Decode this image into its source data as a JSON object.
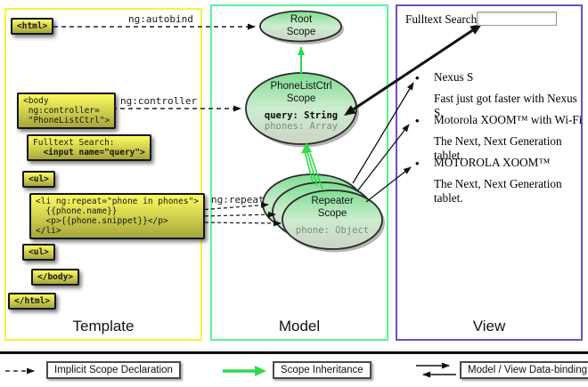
{
  "colors": {
    "template_border": "#f4f43c",
    "model_border": "#5df0a2",
    "view_border": "#6a4fc8",
    "code_box_top": "#fcfc60",
    "code_box_bottom": "#a6a63c",
    "scope_fill_top": "#7fdd92",
    "scope_fill_bottom": "#ccd4c6",
    "green_arrow": "#2edb4a",
    "black_arrow": "#111111"
  },
  "columns": {
    "template": {
      "label": "Template"
    },
    "model": {
      "label": "Model"
    },
    "view": {
      "label": "View"
    }
  },
  "template": {
    "boxes": {
      "html_open": {
        "lines": [
          "<html>"
        ]
      },
      "body_open": {
        "lines": [
          "<body",
          " ng:controller=",
          " \"PhoneListCtrl\">"
        ]
      },
      "fulltext": {
        "lines": [
          "Fulltext Search:",
          "  <input name=\"query\">"
        ]
      },
      "ul_open_1": {
        "lines": [
          "<ul>"
        ]
      },
      "li_repeat": {
        "lines": [
          "<li ng:repeat=\"phone in phones\">",
          "  {{phone.name}}",
          "  <p>{{phone.snippet}}</p>",
          "</li>"
        ]
      },
      "ul_open_2": {
        "lines": [
          "<ul>"
        ]
      },
      "body_close": {
        "lines": [
          "</body>"
        ]
      },
      "html_close": {
        "lines": [
          "</html>"
        ]
      }
    },
    "arrow_labels": {
      "autobind": "ng:autobind",
      "controller": "ng:controller",
      "repeat": "ng:repeat"
    }
  },
  "model": {
    "root_scope": {
      "title_line1": "Root",
      "title_line2": "Scope"
    },
    "phonelist_scope": {
      "title_line1": "PhoneListCtrl",
      "title_line2": "Scope",
      "prop_query": "query: String",
      "prop_phones": "phones: Array"
    },
    "repeater_scope": {
      "title_line1": "Repeater",
      "title_line2": "Scope",
      "prop_phone": "phone: Object"
    }
  },
  "view": {
    "search_label": "Fulltext Search:",
    "search_value": "",
    "items": [
      {
        "title": "Nexus S",
        "desc": "Fast just got faster with Nexus S."
      },
      {
        "title": "Motorola XOOM™ with Wi-Fi",
        "desc": "The Next, Next Generation tablet."
      },
      {
        "title": "MOTOROLA XOOM™",
        "desc": "The Next, Next Generation tablet."
      }
    ]
  },
  "legend": {
    "implicit": "Implicit Scope Declaration",
    "inheritance": "Scope Inheritance",
    "databinding": "Model / View Data-binding"
  }
}
